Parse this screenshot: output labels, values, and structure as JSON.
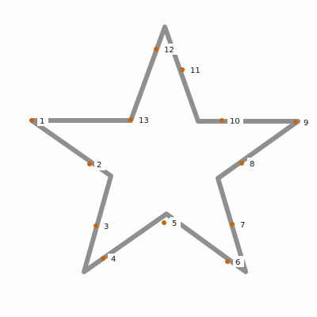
{
  "diagram": {
    "outline_color": "#8f8f8f",
    "point_color": "#c8650a",
    "label_color": "#111111",
    "points": [
      {
        "label": "1"
      },
      {
        "label": "2"
      },
      {
        "label": "3"
      },
      {
        "label": "4"
      },
      {
        "label": "5"
      },
      {
        "label": "6"
      },
      {
        "label": "7"
      },
      {
        "label": "8"
      },
      {
        "label": "9"
      },
      {
        "label": "10"
      },
      {
        "label": "11"
      },
      {
        "label": "12"
      },
      {
        "label": "13"
      }
    ]
  }
}
